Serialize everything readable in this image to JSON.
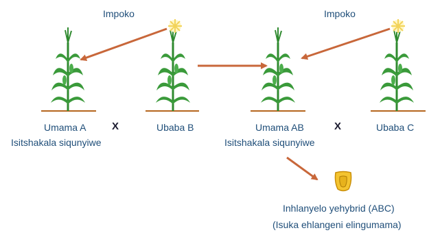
{
  "labels": {
    "pollen_left": "Impoko",
    "pollen_right": "Impoko",
    "mother_a": "Umama A",
    "father_b": "Ubaba B",
    "mother_ab": "Umama  AB",
    "father_c": "Ubaba C",
    "detasseled_left": "Isitshakala  siqunyiwe",
    "detasseled_right": "Isitshakala  siqunyiwe",
    "cross_left": "X",
    "cross_right": "X",
    "seed_line1": "Inhlanyelo yehybrid (ABC)",
    "seed_line2": "(Isuka ehlangeni elingumama)"
  },
  "colors": {
    "label_text": "#1f4e79",
    "arrow": "#c8673a",
    "plant_green": "#3a9a3a",
    "ground": "#b5651d",
    "seed_fill": "#f4c430",
    "tassel_glow": "#f7e27a"
  },
  "icons": [
    "maize-plant-icon",
    "tassel-glow-icon",
    "pollen-arrow",
    "hybrid-seed-icon"
  ]
}
